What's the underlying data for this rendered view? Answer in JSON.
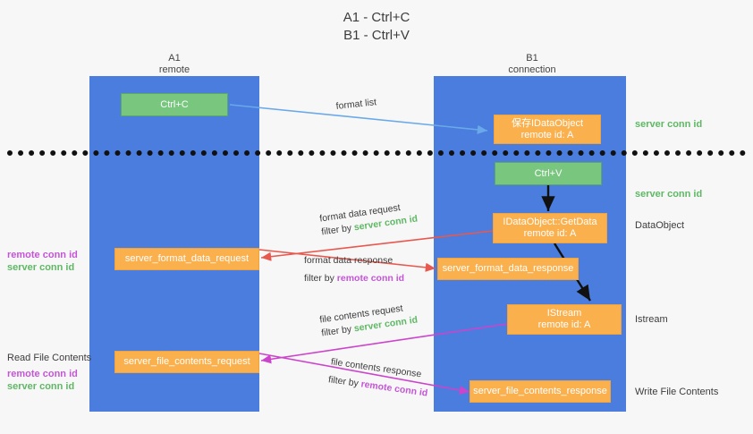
{
  "title": {
    "line1": "A1 - Ctrl+C",
    "line2": "B1 - Ctrl+V"
  },
  "lanes": [
    {
      "name": "A1",
      "sub": "remote"
    },
    {
      "name": "B1",
      "sub": "connection"
    }
  ],
  "nodes": {
    "ctrl_c": {
      "label": "Ctrl+C"
    },
    "save_idataobject": {
      "line1": "保存IDataObject",
      "line2": "remote id: A"
    },
    "ctrl_v": {
      "label": "Ctrl+V"
    },
    "getdata": {
      "line1": "IDataObject::GetData",
      "line2": "remote id: A"
    },
    "istream": {
      "line1": "IStream",
      "line2": "remote id: A"
    },
    "fmt_req": {
      "label": "server_format_data_request"
    },
    "fmt_resp": {
      "label": "server_format_data_response"
    },
    "file_req": {
      "label": "server_file_contents_request"
    },
    "file_resp": {
      "label": "server_file_contents_response"
    }
  },
  "right_labels": {
    "server_conn_id_1": "server conn id",
    "server_conn_id_2": "server conn id",
    "dataobject": "DataObject",
    "istream": "Istream",
    "write_file_contents": "Write File Contents"
  },
  "left_labels": {
    "remote_conn_id_1": "remote conn id",
    "server_conn_id_1": "server conn id",
    "read_file_contents": "Read File Contents",
    "remote_conn_id_2": "remote conn id",
    "server_conn_id_2": "server conn id"
  },
  "edge_labels": {
    "format_list": "format list",
    "format_data_request": "format data request",
    "format_data_request_filter_prefix": "filter by ",
    "format_data_request_filter_key": "server conn id",
    "format_data_response": "format data response",
    "format_data_response_filter_prefix": "filter by ",
    "format_data_response_filter_key": "remote conn id",
    "file_contents_request": "file contents request",
    "file_contents_request_filter_prefix": "filter by ",
    "file_contents_request_filter_key": "server conn id",
    "file_contents_response": "file contents response",
    "file_contents_response_filter_prefix": "filter by ",
    "file_contents_response_filter_key": "remote conn id"
  },
  "colors": {
    "lane": "#4a7ddd",
    "green_box": "#79c67f",
    "orange_box": "#fbb04e",
    "server_conn_id": "#5fb865",
    "remote_conn_id": "#c455d6",
    "arrow_blue": "#6aa9e9",
    "arrow_red": "#e8584e",
    "arrow_magenta": "#cc44cc",
    "arrow_black": "#111111",
    "background": "#f7f7f7"
  }
}
